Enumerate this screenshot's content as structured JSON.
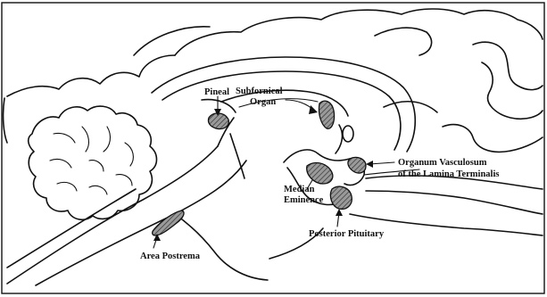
{
  "labels": {
    "pineal": "Pineal",
    "subfornical_1": "Subfornical",
    "subfornical_2": "Organ",
    "ovlt_1": "Organum Vasculosum",
    "ovlt_2": "of the Lamina Terminalis",
    "median_1": "Median",
    "median_2": "Eminence",
    "posterior_pituitary": "Posterior Pituitary",
    "area_postrema": "Area Postrema"
  },
  "colors": {
    "ink": "#111111",
    "organ_fill": "#8c8c8c",
    "background": "#ffffff"
  }
}
